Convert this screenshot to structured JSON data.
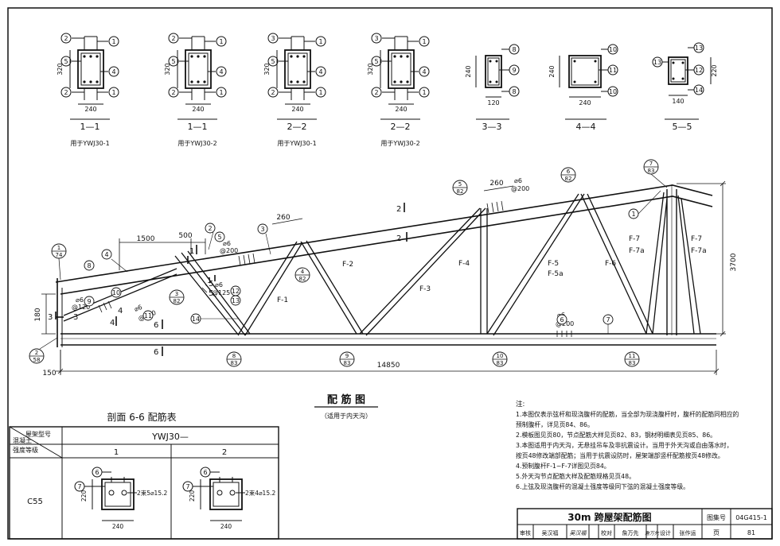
{
  "sections": [
    {
      "title": "1—1",
      "usage": "用于YWJ30-1",
      "h": "320",
      "w": "240",
      "tags": [
        "2",
        "1",
        "5",
        "4",
        "2",
        "1"
      ]
    },
    {
      "title": "1—1",
      "usage": "用于YWJ30-2",
      "h": "320",
      "w": "240",
      "tags": [
        "2",
        "1",
        "5",
        "4",
        "2",
        "1"
      ]
    },
    {
      "title": "2—2",
      "usage": "用于YWJ30-1",
      "h": "320",
      "w": "240",
      "tags": [
        "3",
        "1",
        "5",
        "4",
        "2",
        "1"
      ]
    },
    {
      "title": "2—2",
      "usage": "用于YWJ30-2",
      "h": "320",
      "w": "240",
      "tags": [
        "3",
        "1",
        "5",
        "4",
        "2",
        "1"
      ]
    }
  ],
  "small_sections": [
    {
      "title": "3—3",
      "h": "240",
      "w": "120",
      "tags": [
        "8",
        "9",
        "8"
      ]
    },
    {
      "title": "4—4",
      "h": "240",
      "w": "240",
      "tags": [
        "10",
        "11",
        "10"
      ]
    },
    {
      "title": "5—5",
      "h": "220",
      "w": "140",
      "tags": [
        "13",
        "13",
        "12",
        "14"
      ]
    }
  ],
  "truss": {
    "dims": {
      "span": "14850",
      "height": "3700",
      "left_h": "180",
      "bottom_off": "150",
      "seg1": "1500",
      "seg2": "500",
      "seg3": "260",
      "seg4": "260"
    },
    "members": [
      "F-1",
      "F-2",
      "F-3",
      "F-4",
      "F-5",
      "F-5a",
      "F-6",
      "F-7",
      "F-7a",
      "F-7",
      "F-7a"
    ],
    "bubbles": [
      "1",
      "2",
      "3",
      "4",
      "5",
      "6",
      "7",
      "8",
      "9",
      "10",
      "11",
      "12",
      "13",
      "14"
    ],
    "details": [
      {
        "n": "1",
        "s": "74"
      },
      {
        "n": "2",
        "s": "58"
      },
      {
        "n": "3",
        "s": "82"
      },
      {
        "n": "4",
        "s": "82"
      },
      {
        "n": "5",
        "s": "82"
      },
      {
        "n": "6",
        "s": "82"
      },
      {
        "n": "7",
        "s": "83"
      },
      {
        "n": "8",
        "s": "83"
      },
      {
        "n": "9",
        "s": "83"
      },
      {
        "n": "10",
        "s": "83"
      },
      {
        "n": "11",
        "s": "83"
      }
    ],
    "rebar_notes": [
      "⌀6",
      "@200",
      "⌀6",
      "@120",
      "⌀6",
      "@200",
      "⌀6",
      "@125",
      "⌀6",
      "@200",
      "⌀6",
      "@200"
    ],
    "cut_marks": [
      "2",
      "2",
      "1",
      "1",
      "6",
      "6",
      "3",
      "3",
      "4",
      "4",
      "5",
      "5"
    ]
  },
  "main_title": "配 筋 图",
  "main_subtitle": "（适用于内天沟）",
  "table": {
    "title": "剖面 6-6 配筋表",
    "h_model": "屋架型号",
    "h_grade_1": "混凝土",
    "h_grade_2": "强度等级",
    "model": "YWJ30—",
    "col1": "1",
    "col2": "2",
    "grade": "C55",
    "cell1": {
      "tag_top": "6",
      "tag_left": "7",
      "strand": "2束5⌀15.2",
      "h": "220",
      "w": "240"
    },
    "cell2": {
      "tag_top": "6",
      "tag_left": "7",
      "strand": "2束4⌀15.2",
      "h": "220",
      "w": "240"
    }
  },
  "notes": {
    "head": "注:",
    "items": [
      "1.本图仅表示弦杆和现浇腹杆的配筋，当全部为现浇腹杆时，腹杆的配筋同相应的",
      "   预制腹杆，详见页84、86。",
      "2.模板图见页80，节点配筋大样见页82、83，钢材明细表见页85、86。",
      "3.本图适用于内天沟，无悬挂吊车及非抗震设计。当用于外天沟或自由落水时，",
      "   按页48修改端部配筋；当用于抗震设防时，屋架端部竖杆配筋按页48修改。",
      "4.预制腹杆F-1~F-7详图见页84。",
      "5.外天沟节点配筋大样及配筋规格见页48。",
      "6.上弦及现浇腹杆的混凝土强度等级同下弦的混凝土强度等级。"
    ]
  },
  "titleblock": {
    "title": "30m 跨屋架配筋图",
    "atlas_label": "图集号",
    "atlas_no": "04G415-1",
    "page_label": "页",
    "page_no": "81",
    "sign_row": [
      "审核",
      "吴汉福",
      "吴汉福",
      "校对",
      "詹万先",
      "詹万先",
      "设计",
      "张作运",
      "张作运"
    ]
  }
}
